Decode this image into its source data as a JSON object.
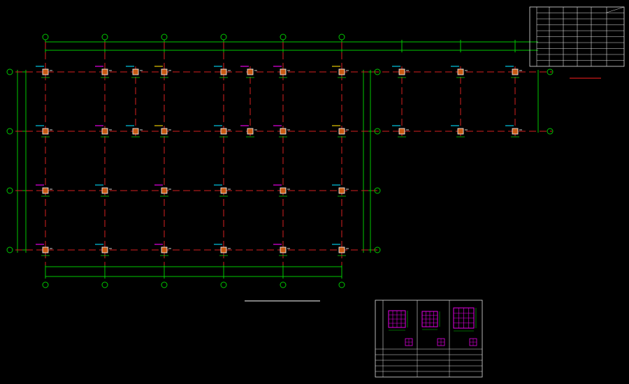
{
  "drawing": {
    "title": "",
    "subtitle": "",
    "note_title": "",
    "note_text": ""
  },
  "colors": {
    "background": "#000000",
    "grid_line": "#d62020",
    "dimension": "#00c800",
    "column_outline": "#ffffff",
    "column_fill": "#c85a14",
    "label_cyan": "#00c8e6",
    "label_magenta": "#e600e6",
    "label_yellow": "#e6c800",
    "table_line": "#e0e0e0",
    "note_red": "#ff2020"
  },
  "axes": {
    "top_bubbles": [
      "",
      "",
      "",
      "",
      "",
      ""
    ],
    "bottom_bubbles": [
      "",
      "",
      "",
      "",
      "",
      ""
    ],
    "left_bubbles": [
      "",
      "",
      "",
      ""
    ],
    "mid_right_bubbles": [
      "",
      "",
      "",
      ""
    ],
    "right_bubbles": [
      "",
      ""
    ]
  },
  "table": {
    "rows": 10,
    "cols": 6
  },
  "legend_panel": {
    "heading": "",
    "section_labels": [
      "",
      "",
      ""
    ],
    "rows": 4
  }
}
